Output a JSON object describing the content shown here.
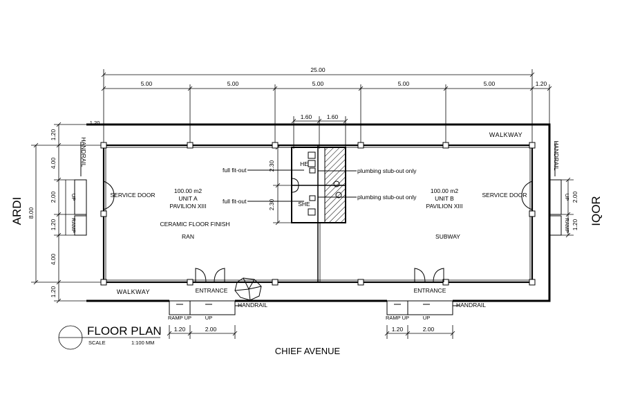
{
  "dimensions": {
    "total": "25.00",
    "bay": "5.00",
    "right_overhang": "1.20",
    "top_left_overhang": "1.20",
    "toilet_w1": "1.60",
    "toilet_w2": "1.60",
    "toilet_h1": "2.30",
    "toilet_h2": "2.30",
    "left_1_20": "1.20",
    "left_4_00": "4.00",
    "left_2_00": "2.00",
    "left_8_00": "8.00",
    "right_2_00": "2.00",
    "right_1_20": "1.20",
    "ramp_1_20": "1.20",
    "ramp_2_00": "2.00"
  },
  "labels": {
    "walkway": "WALKWAY",
    "handrail": "HANDRAIL",
    "service_door": "SERVICE DOOR",
    "entrance": "ENTRANCE",
    "ramp_up": "RAMP UP",
    "up": "UP",
    "ramp": "RAMP",
    "he": "HE",
    "she": "SHE",
    "full_fitout": "full fit-out",
    "plumbing": "plumbing stub-out only",
    "ceramic": "CERAMIC FLOOR FINISH"
  },
  "unit_a": {
    "area": "100.00 m2",
    "name": "UNIT A",
    "pavilion": "PAVILION XIII",
    "tenant": "RAN"
  },
  "unit_b": {
    "area": "100.00 m2",
    "name": "UNIT B",
    "pavilion": "PAVILION XIII",
    "tenant": "SUBWAY"
  },
  "streets": {
    "left": "ARDI",
    "right": "IQOR",
    "bottom": "CHIEF AVENUE"
  },
  "title_block": {
    "title": "FLOOR PLAN",
    "scale_label": "SCALE",
    "scale_value": "1:100  MM"
  }
}
